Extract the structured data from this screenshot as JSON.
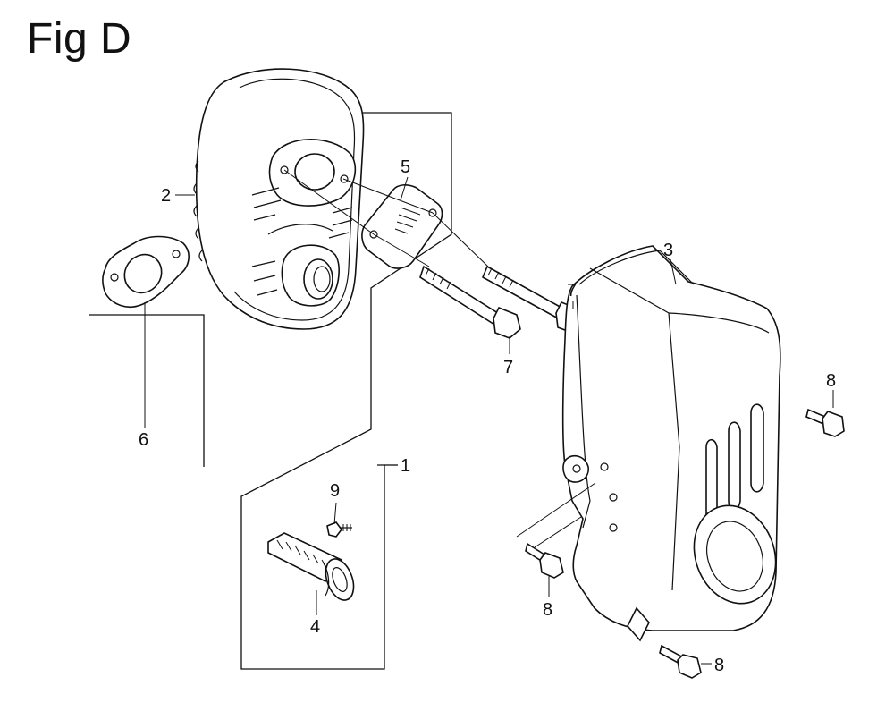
{
  "figure": {
    "title": "Fig D"
  },
  "callouts": {
    "c1": "1",
    "c2": "2",
    "c3": "3",
    "c4": "4",
    "c5": "5",
    "c6": "6",
    "c7a": "7",
    "c7b": "7",
    "c8a": "8",
    "c8b": "8",
    "c8c": "8",
    "c9": "9"
  },
  "parts": [
    {
      "ref": "1",
      "name": "muffler-assembly"
    },
    {
      "ref": "2",
      "name": "muffler-body"
    },
    {
      "ref": "3",
      "name": "muffler-protector"
    },
    {
      "ref": "4",
      "name": "spark-arrester"
    },
    {
      "ref": "5",
      "name": "exhaust-plate"
    },
    {
      "ref": "6",
      "name": "muffler-gasket"
    },
    {
      "ref": "7",
      "name": "flange-bolt"
    },
    {
      "ref": "8",
      "name": "flange-bolt"
    },
    {
      "ref": "9",
      "name": "screw"
    }
  ]
}
